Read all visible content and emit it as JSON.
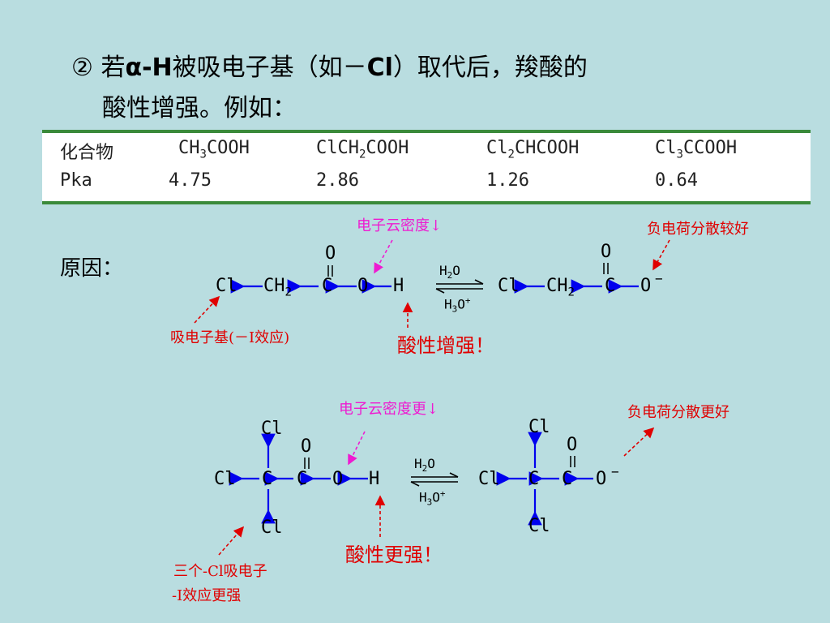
{
  "heading": {
    "marker": "②",
    "line1_pre": "若",
    "alpha_h": "α-H",
    "line1_mid": "被吸电子基（如－",
    "cl": "Cl",
    "line1_post": "）取代后，羧酸的",
    "line2": "酸性增强。例如："
  },
  "table": {
    "row_header_1": "化合物",
    "row_header_2": "Pka",
    "compounds": [
      "CH3COOH",
      "ClCH2COOH",
      "Cl2CHCOOH",
      "Cl3CCOOH"
    ],
    "pka": [
      "4.75",
      "2.86",
      "1.26",
      "0.64"
    ],
    "accent_color": "#3a8a3a"
  },
  "reason_label": "原因：",
  "diagram1": {
    "e_density_label": "电子云密度↓",
    "dispersion_label": "负电荷分散较好",
    "withdrawing_label": "吸电子基(－I效应)",
    "acidity_label": "酸性增强！",
    "left": {
      "cl": "Cl",
      "ch2": "CH",
      "ch2_sub": "2",
      "c": "C",
      "o_top": "O",
      "o": "O",
      "h": "H"
    },
    "right": {
      "cl": "Cl",
      "ch2": "CH",
      "ch2_sub": "2",
      "c": "C",
      "o_top": "O",
      "o": "O",
      "charge": "−"
    },
    "eq_top": "H",
    "eq_top_sub": "2",
    "eq_top_tail": "O",
    "eq_bottom": "H",
    "eq_bottom_sub": "3",
    "eq_bottom_mid": "O",
    "eq_bottom_sup": "+"
  },
  "diagram2": {
    "e_density_label": "电子云密度更↓",
    "dispersion_label": "负电荷分散更好",
    "withdrawing_label_1": "三个-Cl吸电子",
    "withdrawing_label_2": "-I效应更强",
    "acidity_label": "酸性更强！",
    "left": {
      "cl_top": "Cl",
      "cl_left": "Cl",
      "cl_bottom": "Cl",
      "c1": "C",
      "c2": "C",
      "o_top": "O",
      "o": "O",
      "h": "H"
    },
    "right": {
      "cl_top": "Cl",
      "cl_left": "Cl",
      "cl_bottom": "Cl",
      "c1": "C",
      "c2": "C",
      "o_top": "O",
      "o": "O",
      "charge": "−"
    },
    "eq_top": "H",
    "eq_top_sub": "2",
    "eq_top_tail": "O",
    "eq_bottom": "H",
    "eq_bottom_sub": "3",
    "eq_bottom_mid": "O",
    "eq_bottom_sup": "+"
  },
  "colors": {
    "background": "#b9dde0",
    "arrow_blue": "#0000ee",
    "label_red": "#e00000",
    "label_magenta": "#ee1bd1"
  }
}
